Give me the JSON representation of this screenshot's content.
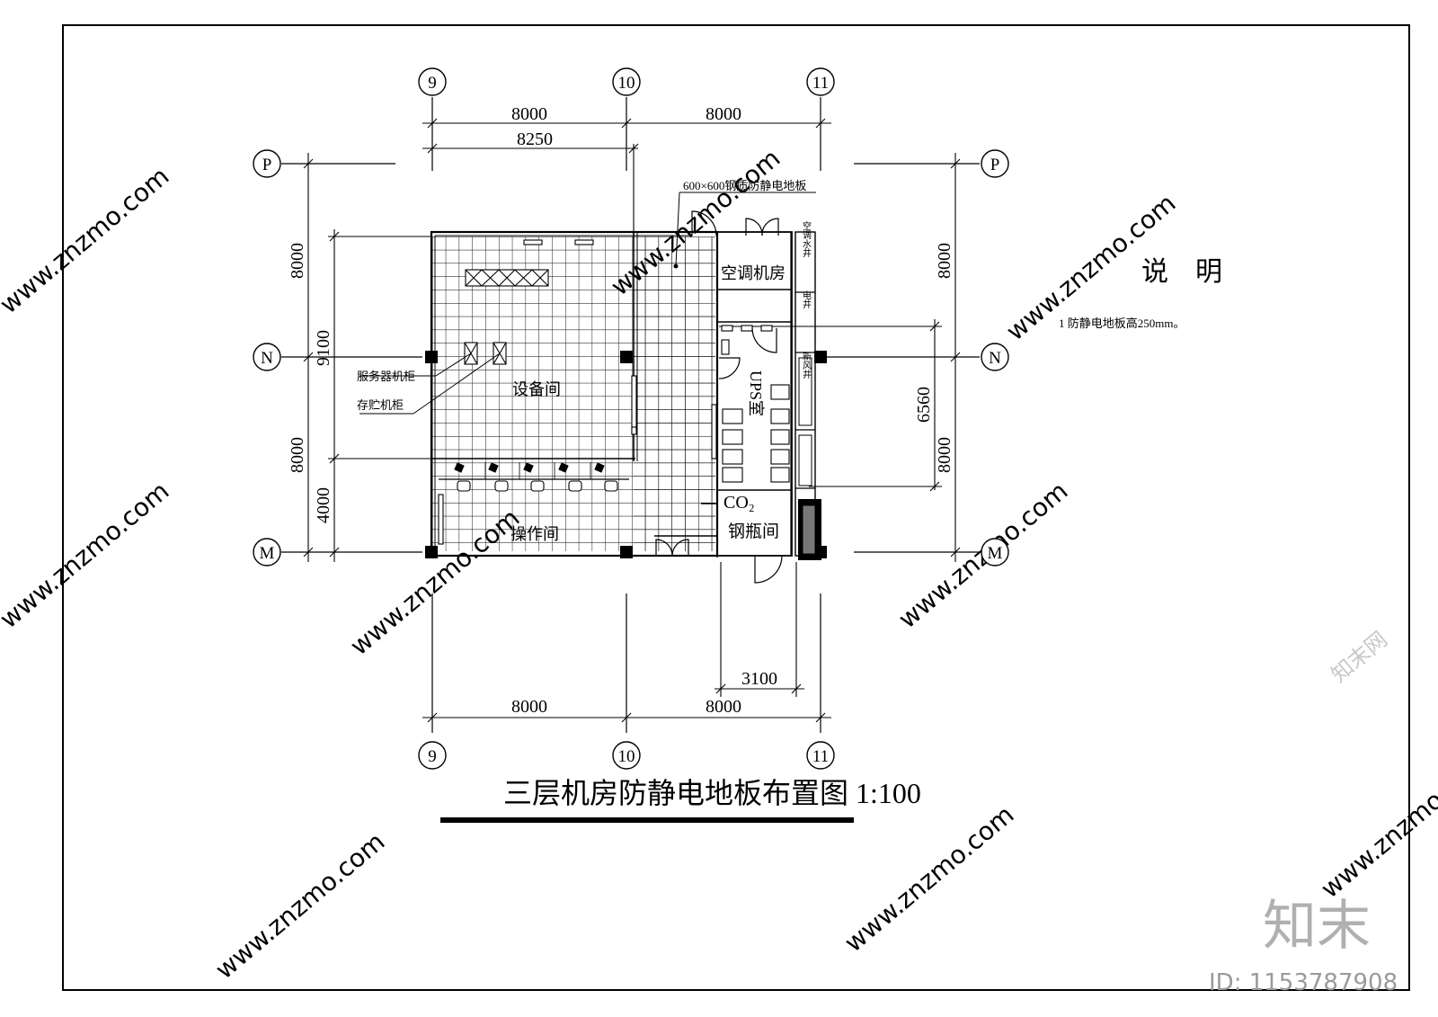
{
  "title": "三层机房防静电地板布置图 1:100",
  "notes": {
    "heading": "说　明",
    "items": [
      "1 防静电地板高250mm。"
    ]
  },
  "axes": {
    "columns": [
      "9",
      "10",
      "11"
    ],
    "rows": [
      "P",
      "N",
      "M"
    ]
  },
  "dimensions": {
    "top_spans": [
      "8000",
      "8000"
    ],
    "top_inner": "8250",
    "bottom_spans": [
      "8000",
      "8000"
    ],
    "bottom_inner": "3100",
    "left_spans": [
      "8000",
      "8000"
    ],
    "left_inner": [
      "9100",
      "4000"
    ],
    "right_spans": [
      "8000",
      "8000"
    ],
    "right_inner": "6560"
  },
  "rooms": {
    "equipment": "设备间",
    "operation": "操作间",
    "ac_room": "空调机房",
    "ups": "UPS室",
    "co2_line1": "CO₂",
    "co2_line2": "钢瓶间",
    "ac_water_shaft": "空调水井",
    "electrical_shaft": "电井",
    "fresh_air_shaft": "新风井"
  },
  "labels": {
    "floor_spec": "600×600钢质防静电地板",
    "server_cabinet": "服务器机柜",
    "storage_cabinet": "存贮机柜"
  },
  "watermark": {
    "url": "www.znzmo.com",
    "brand": "知末网",
    "logo": "知末",
    "id": "ID: 1153787908"
  }
}
